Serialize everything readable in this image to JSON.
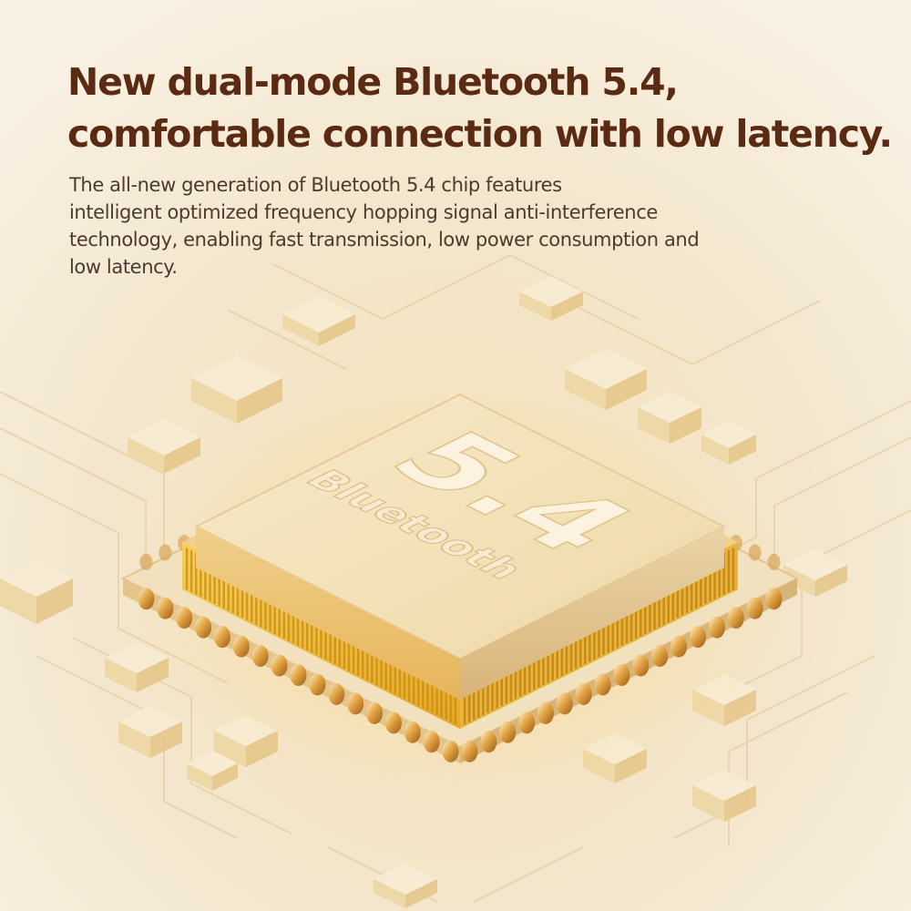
{
  "headline": {
    "line1": "New dual-mode Bluetooth 5.4,",
    "line2": "comfortable connection with low latency."
  },
  "description": {
    "line1": "The all-new generation of Bluetooth 5.4 chip features",
    "line2": "intelligent optimized frequency hopping signal anti-interference",
    "line3": "technology, enabling fast transmission, low power consumption and",
    "line4": "low latency."
  },
  "chip": {
    "version": "5.4",
    "label": "Bluetooth"
  },
  "colors": {
    "background": "#f6ecd9",
    "headline": "#5a2a12",
    "body_text": "#4a3a30",
    "chip_top": "#f3dfb4",
    "gold": "#d99a2b",
    "pins_bright": "#f2c12a"
  }
}
